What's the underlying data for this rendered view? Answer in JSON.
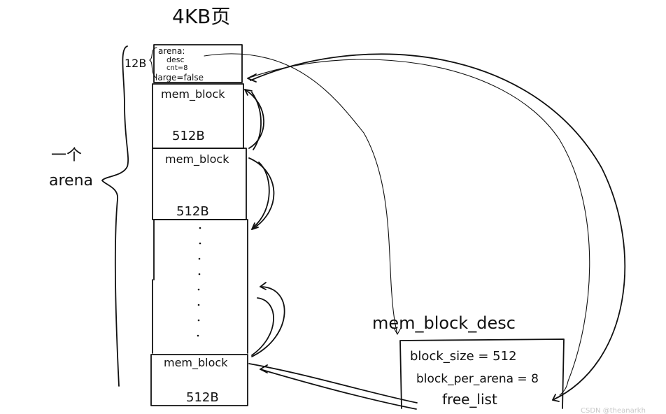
{
  "page_title": "4KB页",
  "header_size": "12B",
  "arena_label_line1": "一个",
  "arena_label_line2": "arena",
  "arena_header": {
    "lines": [
      "arena:",
      "desc",
      "cnt=8",
      "large=false"
    ]
  },
  "blocks": [
    {
      "label": "mem_block",
      "size": "512B"
    },
    {
      "label": "mem_block",
      "size": "512B"
    },
    {
      "label": "mem_block",
      "size": "512B"
    }
  ],
  "descriptor": {
    "title": "mem_block_desc",
    "fields": [
      "block_size = 512",
      "block_per_arena = 8",
      "free_list"
    ]
  },
  "watermark": "CSDN @theanarkh"
}
